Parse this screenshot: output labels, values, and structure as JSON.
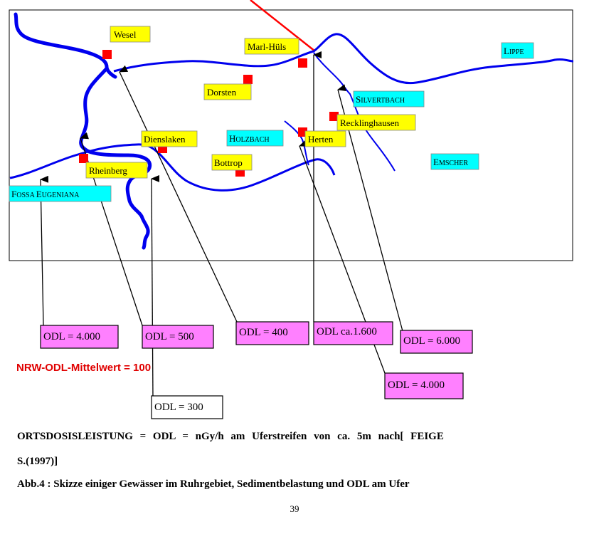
{
  "cities": [
    {
      "id": "wesel",
      "label": "Wesel"
    },
    {
      "id": "marl",
      "label": "Marl-Hüls"
    },
    {
      "id": "dorsten",
      "label": "Dorsten"
    },
    {
      "id": "recklinghausen",
      "label": "Recklinghausen"
    },
    {
      "id": "dienslaken",
      "label": "Dienslaken"
    },
    {
      "id": "herten",
      "label": "Herten"
    },
    {
      "id": "bottrop",
      "label": "Bottrop"
    },
    {
      "id": "rheinberg",
      "label": "Rheinberg"
    }
  ],
  "rivers": [
    {
      "id": "lippe",
      "big": "L",
      "small": "IPPE"
    },
    {
      "id": "silvertbach",
      "big": "S",
      "small": "ILVERTBACH"
    },
    {
      "id": "holzbach",
      "big": "H",
      "small": "OLZBACH"
    },
    {
      "id": "emscher",
      "big": "E",
      "small": "MSCHER"
    },
    {
      "id": "fossa",
      "big": "F",
      "small": "OSSA ",
      "big2": "E",
      "small2": "UGENIANA"
    }
  ],
  "odl_boxes": [
    {
      "id": "odl1",
      "label": "ODL =  4.000"
    },
    {
      "id": "odl2",
      "label": "ODL = 500"
    },
    {
      "id": "odl3",
      "label": "ODL =  400"
    },
    {
      "id": "odl4",
      "label": "ODL ca.1.600"
    },
    {
      "id": "odl5",
      "label": "ODL = 6.000"
    },
    {
      "id": "odl6",
      "label": "ODL =  4.000"
    },
    {
      "id": "odl7",
      "label": "ODL = 300"
    }
  ],
  "mean_text": "NRW-ODL-Mittelwert = 100",
  "caption_line1": "ORTSDOSISLEISTUNG = ODL =    nGy/h   am  Uferstreifen von ca. 5m nach[ FEIGE",
  "caption_line2": "S.(1997)]",
  "caption_line3": "Abb.4 : Skizze einiger  Gewässer im Ruhrgebiet, Sedimentbelastung und ODL am Ufer",
  "page_number": "39",
  "colors": {
    "river": "#0000ee",
    "city_box": "#ffff00",
    "river_box": "#00ffff",
    "odl_box": "#ff80ff",
    "marker": "#ff0000",
    "mean_text": "#e00000"
  }
}
